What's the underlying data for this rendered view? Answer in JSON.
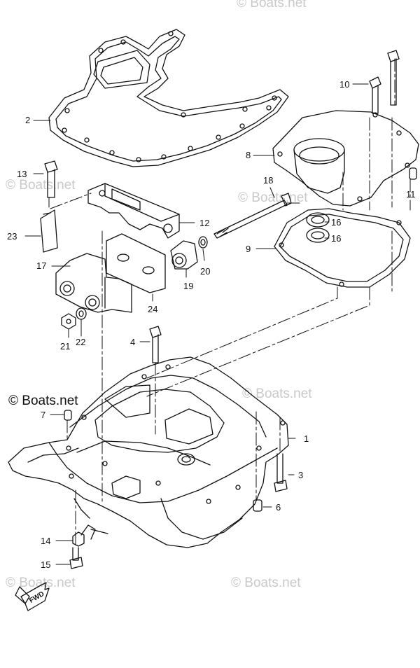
{
  "watermarks": {
    "strong": "© Boats.net",
    "faint": "© Boats.net"
  },
  "fwd_label": "FWD",
  "callouts": [
    {
      "id": "1",
      "text": "1"
    },
    {
      "id": "2",
      "text": "2"
    },
    {
      "id": "3",
      "text": "3"
    },
    {
      "id": "4",
      "text": "4"
    },
    {
      "id": "6",
      "text": "6"
    },
    {
      "id": "7",
      "text": "7"
    },
    {
      "id": "8",
      "text": "8"
    },
    {
      "id": "9",
      "text": "9"
    },
    {
      "id": "10",
      "text": "10"
    },
    {
      "id": "11",
      "text": "11"
    },
    {
      "id": "12",
      "text": "12"
    },
    {
      "id": "13",
      "text": "13"
    },
    {
      "id": "14",
      "text": "14"
    },
    {
      "id": "15",
      "text": "15"
    },
    {
      "id": "16a",
      "text": "16"
    },
    {
      "id": "16b",
      "text": "16"
    },
    {
      "id": "17",
      "text": "17"
    },
    {
      "id": "18",
      "text": "18"
    },
    {
      "id": "19",
      "text": "19"
    },
    {
      "id": "20",
      "text": "20"
    },
    {
      "id": "21",
      "text": "21"
    },
    {
      "id": "22",
      "text": "22"
    },
    {
      "id": "23",
      "text": "23"
    },
    {
      "id": "24",
      "text": "24"
    }
  ]
}
